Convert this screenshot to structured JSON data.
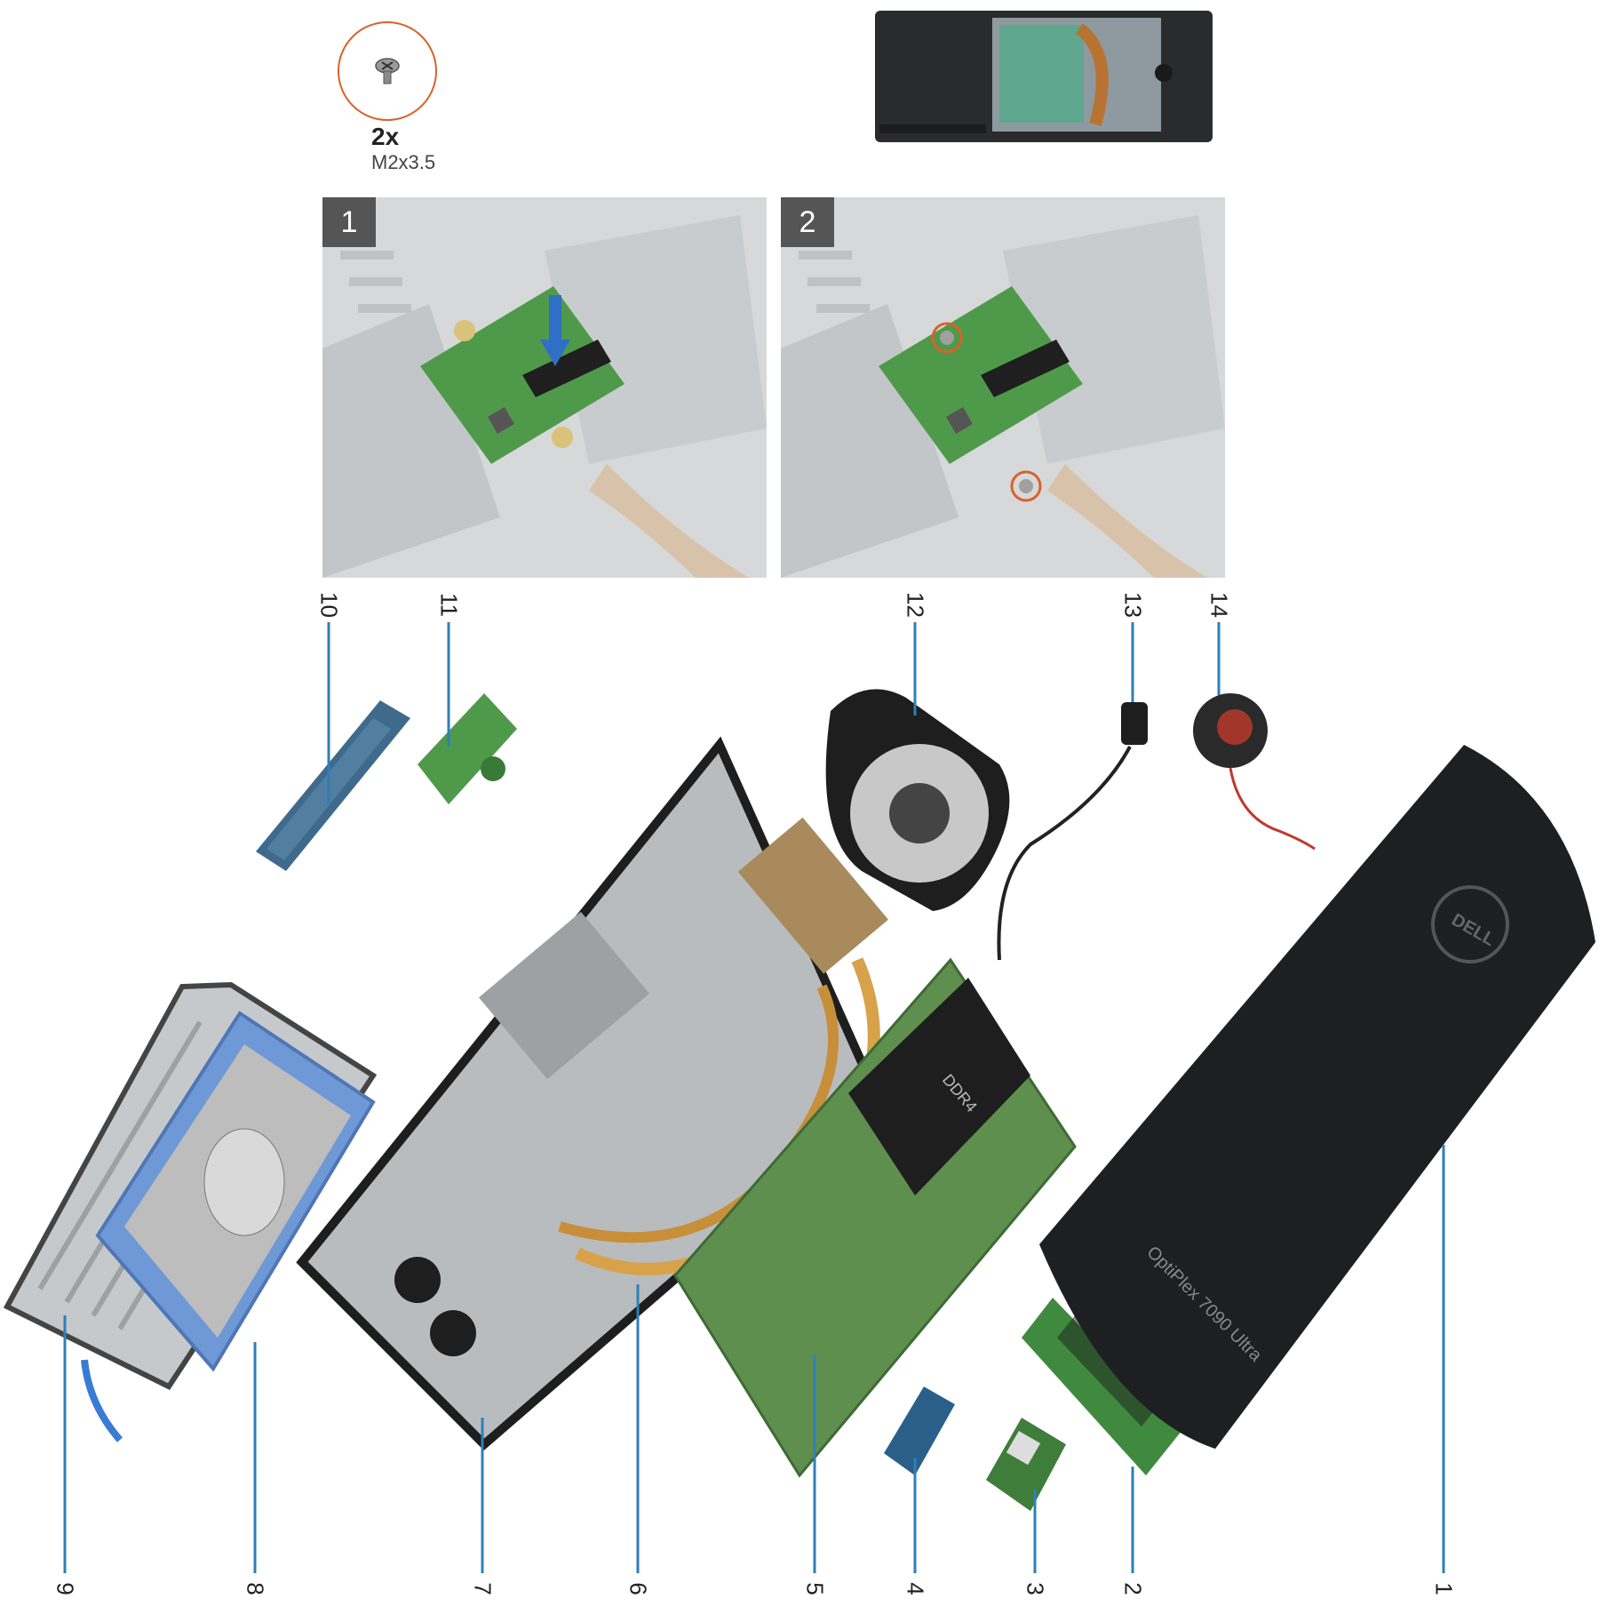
{
  "screw": {
    "quantity": "2x",
    "size": "M2x3.5"
  },
  "steps": [
    {
      "number": "1"
    },
    {
      "number": "2"
    }
  ],
  "callouts": [
    "1",
    "2",
    "3",
    "4",
    "5",
    "6",
    "7",
    "8",
    "9",
    "10",
    "11",
    "12",
    "13",
    "14"
  ],
  "case_label": "OptiPlex 7090 Ultra",
  "logo_text": "DELL",
  "colors": {
    "screw_circle": "#d9622b",
    "callout_line": "#2f7fb8",
    "pcb": "#4f9a4a",
    "caddy": "#6f98d6",
    "cover": "#1e1f21"
  }
}
